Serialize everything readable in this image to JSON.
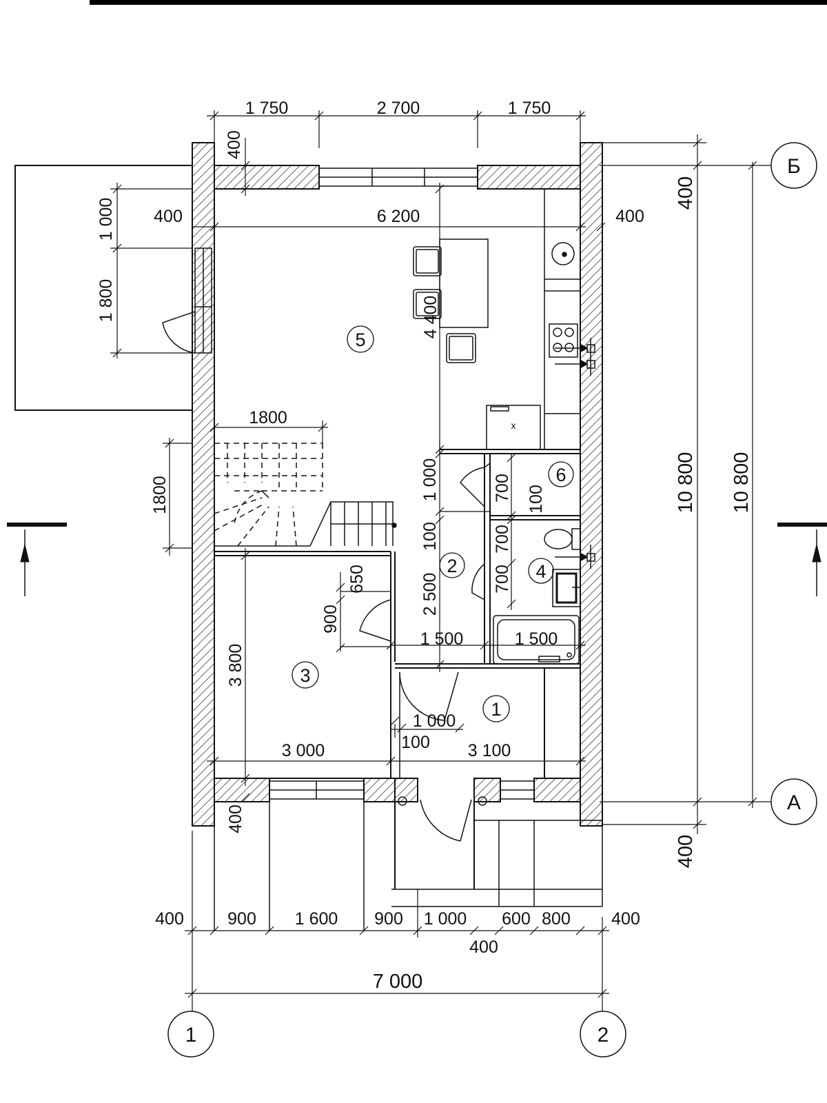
{
  "dims_top": [
    "1 750",
    "2 700",
    "1 750"
  ],
  "dims_bottom": [
    "400",
    "900",
    "1 600",
    "900",
    "1 000",
    "600",
    "800",
    "400"
  ],
  "dim_bottom_400": "400",
  "dim_total_width": "7 000",
  "dims_right": [
    "400",
    "10 800",
    "10 800",
    "400"
  ],
  "dims_left": [
    "1 000",
    "1 800",
    "1800",
    "3 800"
  ],
  "dims_interior": {
    "top_wall": "400",
    "left_wall": "400",
    "room5_width": "6 200",
    "right_wall": "400",
    "kitchen_depth": "4 400",
    "stair_width": "1800",
    "corridor_1000": "1 000",
    "corridor_100": "100",
    "corridor_2500": "2 500",
    "door_650": "650",
    "door_900": "900",
    "door_700_a": "700",
    "door_700_b": "700",
    "door_700_c": "700",
    "wall_100": "100",
    "bath_1500_left": "1 500",
    "bath_1500_right": "1 500",
    "hall_1000": "1 000",
    "hall_100": "100",
    "room3_width": "3 000",
    "room1_width": "3 100",
    "bottom_wall": "400"
  },
  "rooms": [
    {
      "id": "room-5",
      "label": "5"
    },
    {
      "id": "room-6",
      "label": "6"
    },
    {
      "id": "room-2",
      "label": "2"
    },
    {
      "id": "room-4",
      "label": "4"
    },
    {
      "id": "room-3",
      "label": "3"
    },
    {
      "id": "room-1",
      "label": "1"
    }
  ],
  "axes": {
    "top": "Б",
    "bottom": "А",
    "left": "1",
    "right": "2"
  },
  "kitchen_mark": "x",
  "colors": {
    "line": "#111111",
    "hatch": "#222222",
    "background": "#ffffff"
  }
}
